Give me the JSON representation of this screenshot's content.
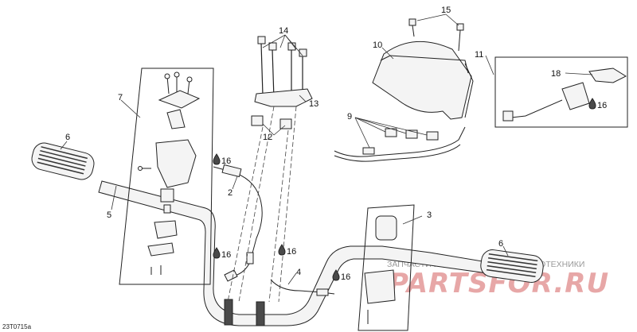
{
  "diagram": {
    "image_code": "23T0715a",
    "callouts": [
      {
        "id": "c2",
        "text": "2"
      },
      {
        "id": "c3",
        "text": "3"
      },
      {
        "id": "c4",
        "text": "4"
      },
      {
        "id": "c5",
        "text": "5"
      },
      {
        "id": "c6a",
        "text": "6"
      },
      {
        "id": "c6b",
        "text": "6"
      },
      {
        "id": "c7",
        "text": "7"
      },
      {
        "id": "c9",
        "text": "9"
      },
      {
        "id": "c10",
        "text": "10"
      },
      {
        "id": "c11",
        "text": "11"
      },
      {
        "id": "c12",
        "text": "12"
      },
      {
        "id": "c13",
        "text": "13"
      },
      {
        "id": "c14",
        "text": "14"
      },
      {
        "id": "c15",
        "text": "15"
      },
      {
        "id": "c18",
        "text": "18"
      }
    ],
    "lube_marks": [
      {
        "id": "l1",
        "text": "16"
      },
      {
        "id": "l2",
        "text": "16"
      },
      {
        "id": "l3",
        "text": "16"
      },
      {
        "id": "l4",
        "text": "16"
      },
      {
        "id": "l5",
        "text": "16"
      }
    ],
    "watermark": {
      "line1": "ЗАПЧАСТИ И АКСЕССУАРЫ ДЛЯ МОТОТЕХНИКИ",
      "line2": "PARTSFOR.RU"
    }
  }
}
